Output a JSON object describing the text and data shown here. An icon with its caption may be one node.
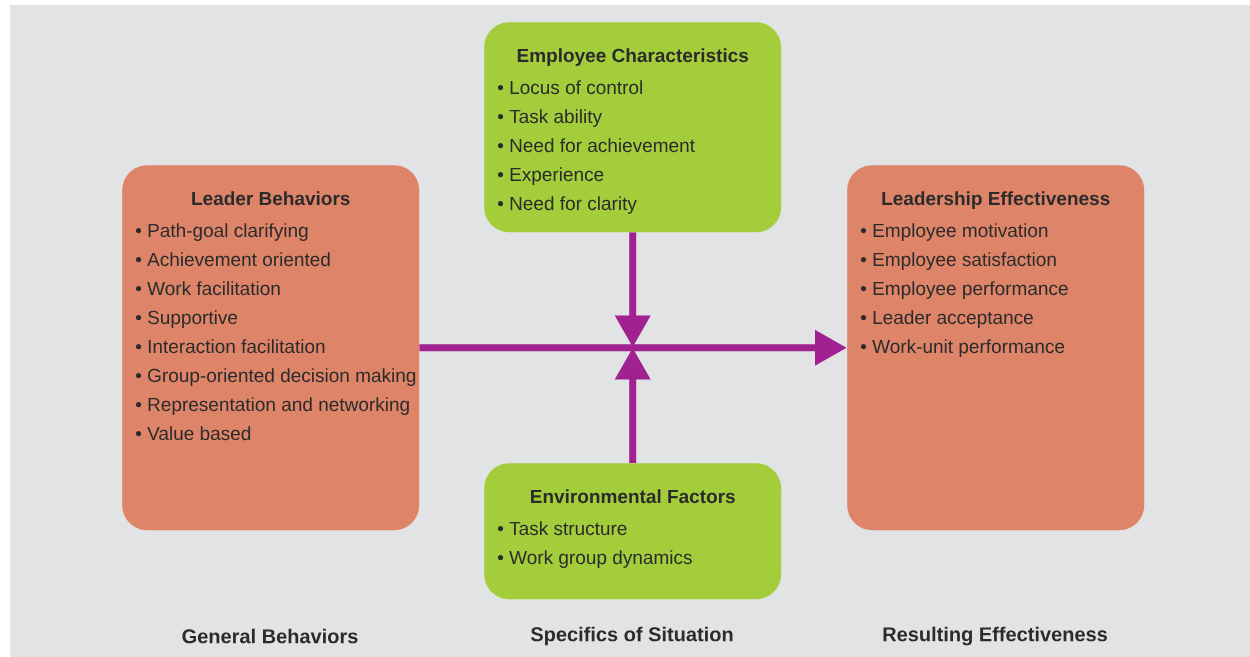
{
  "diagram": {
    "nodes": [
      {
        "text": [
          "Leader Behaviors",
          "• Path-goal clarifying",
          "• Achievement oriented",
          "• Work facilitation",
          "• Supportive",
          "• Interaction facilitation",
          "• Group-oriented decision making",
          "• Representation and networking",
          "• Value based"
        ]
      },
      {
        "text": [
          "Employee Characteristics",
          "• Locus of control",
          "• Task ability",
          "• Need for achievement",
          "• Experience",
          "• Need for clarity"
        ]
      },
      {
        "text": [
          "Leadership Effectiveness",
          "• Employee motivation",
          "• Employee satisfaction",
          "• Employee performance",
          "• Leader acceptance",
          "• Work-unit performance"
        ]
      },
      {
        "text": [
          "Environmental Factors",
          "• Task structure",
          "• Work group dynamics"
        ]
      }
    ],
    "edges": [
      {
        "from": 0,
        "to": 2,
        "arrow": "to"
      },
      {
        "from": 1,
        "to": null,
        "arrow": "to"
      },
      {
        "from": 3,
        "to": null,
        "arrow": "to"
      }
    ],
    "labels": [
      "General Behaviors",
      "Specifics of Situation",
      "Resulting Effectiveness"
    ]
  }
}
